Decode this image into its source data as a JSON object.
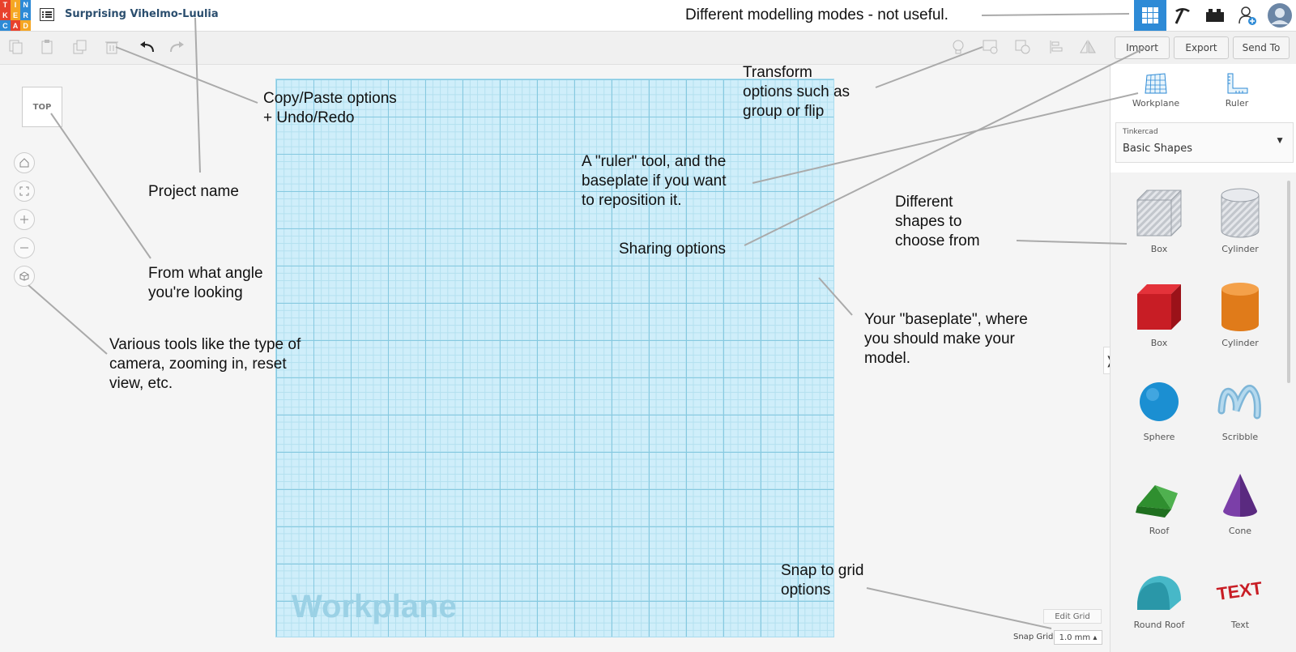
{
  "app": {
    "logo_letters": [
      "T",
      "I",
      "N",
      "K",
      "E",
      "R",
      "C",
      "A",
      "D"
    ],
    "project_name": "Surprising Vihelmo-Luulia"
  },
  "header": {
    "modes": [
      {
        "icon": "grid-icon",
        "active": true
      },
      {
        "icon": "pickaxe-icon",
        "active": false
      },
      {
        "icon": "bricks-icon",
        "active": false
      },
      {
        "icon": "add-user-icon",
        "active": false
      },
      {
        "icon": "avatar-icon",
        "active": false
      }
    ]
  },
  "toolbar": {
    "import_label": "Import",
    "export_label": "Export",
    "send_to_label": "Send To"
  },
  "viewcube": {
    "label": "TOP"
  },
  "workplane": {
    "label": "Workplane"
  },
  "panel": {
    "tools": [
      {
        "label": "Workplane",
        "icon": "workplane-icon"
      },
      {
        "label": "Ruler",
        "icon": "ruler-icon"
      }
    ],
    "library": {
      "source": "Tinkercad",
      "selected": "Basic Shapes"
    },
    "shapes": [
      {
        "label": "Box",
        "icon": "box-striped-icon"
      },
      {
        "label": "Cylinder",
        "icon": "cylinder-striped-icon"
      },
      {
        "label": "Box",
        "icon": "box-red-icon"
      },
      {
        "label": "Cylinder",
        "icon": "cylinder-orange-icon"
      },
      {
        "label": "Sphere",
        "icon": "sphere-icon"
      },
      {
        "label": "Scribble",
        "icon": "scribble-icon"
      },
      {
        "label": "Roof",
        "icon": "roof-icon"
      },
      {
        "label": "Cone",
        "icon": "cone-icon"
      },
      {
        "label": "Round Roof",
        "icon": "round-roof-icon"
      },
      {
        "label": "Text",
        "icon": "text-shape-icon"
      }
    ]
  },
  "grid": {
    "edit_label": "Edit Grid",
    "snap_label": "Snap Grid",
    "snap_value": "1.0 mm"
  },
  "annotations": {
    "modes": "Different modelling modes - not useful.",
    "copy_paste": [
      "Copy/Paste options",
      "+ Undo/Redo"
    ],
    "transform": [
      "Transform",
      "options such as",
      "group or flip"
    ],
    "project_name": "Project name",
    "ruler": [
      "A \"ruler\" tool, and the",
      "baseplate if you want",
      "to reposition it."
    ],
    "sharing": "Sharing options",
    "shapes": [
      "Different",
      "shapes to",
      "choose from"
    ],
    "angle": [
      "From what angle",
      "you're looking"
    ],
    "baseplate": [
      "Your \"baseplate\", where",
      "you should make your",
      "model."
    ],
    "tools": [
      "Various tools like the type of",
      "camera, zooming in, reset",
      "view, etc."
    ],
    "snap": [
      "Snap to grid",
      "options"
    ]
  },
  "colors": {
    "accent": "#2d8ad6",
    "workplane": "#cfeefa",
    "logo": [
      "#e8412c",
      "#f5a623",
      "#2d8ad6",
      "#e8412c",
      "#f5a623",
      "#2d8ad6",
      "#2d8ad6",
      "#e8412c",
      "#f5a623"
    ]
  }
}
